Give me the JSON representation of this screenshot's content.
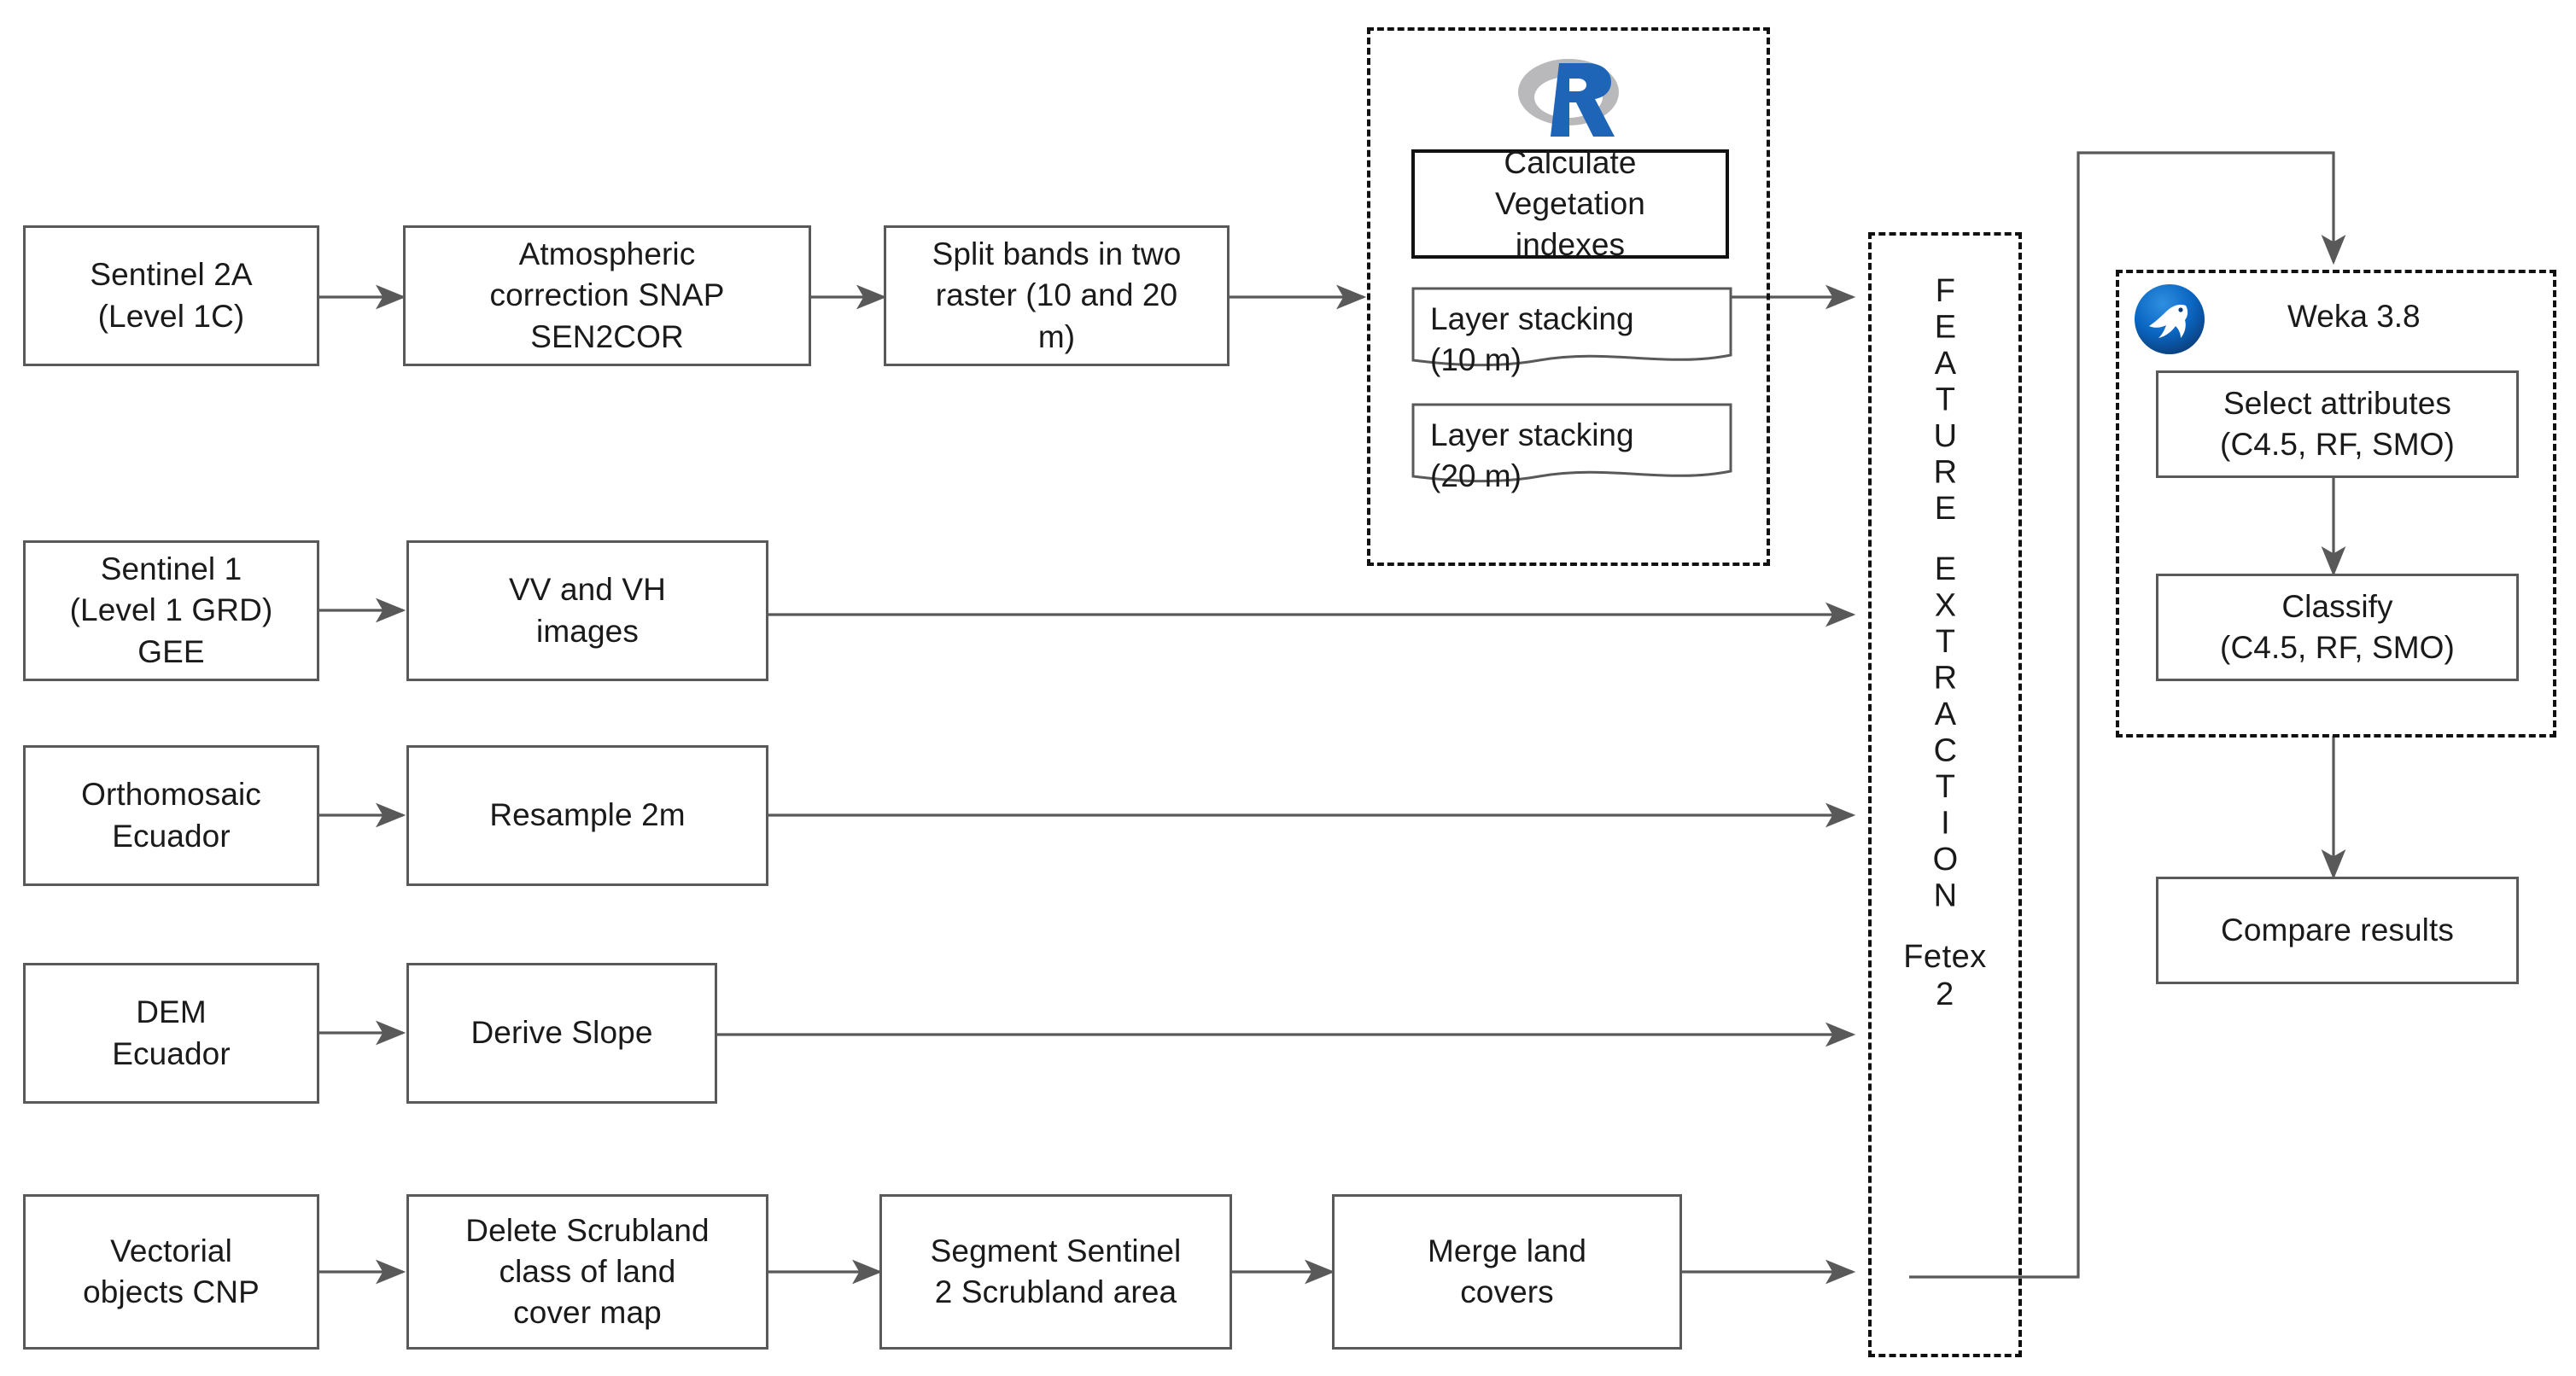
{
  "diagram": {
    "title": "Remote sensing scrubland classification workflow",
    "colors": {
      "box_stroke": "#595959",
      "box_stroke_strong": "#111111",
      "group_stroke": "#111111",
      "arrow": "#595959",
      "text": "#1a1a1a",
      "r_logo_blue": "#1f65b7",
      "r_logo_grey": "#9a9a9a",
      "weka_blue": "#0a66c2",
      "weka_bird": "#ffffff",
      "background": "#ffffff"
    }
  },
  "nodes": {
    "sentinel2a": "Sentinel 2A\n(Level 1C)",
    "atmospheric": "Atmospheric\ncorrection SNAP\nSEN2COR",
    "split_bands": "Split bands in two\nraster (10 and 20\nm)",
    "calc_veg": "Calculate\nVegetation\nindexes",
    "layer_stack_10": "Layer stacking\n(10 m)",
    "layer_stack_20": "Layer stacking\n(20 m)",
    "sentinel1": "Sentinel 1\n(Level 1 GRD)\nGEE",
    "vv_vh": "VV and VH\nimages",
    "orthomosaic": "Orthomosaic\nEcuador",
    "resample": "Resample 2m",
    "dem": "DEM\nEcuador",
    "derive_slope": "Derive Slope",
    "vectorial": "Vectorial\nobjects CNP",
    "delete_scrubland": "Delete Scrubland\nclass of land\ncover map",
    "segment": "Segment Sentinel\n2 Scrubland area",
    "merge": "Merge land\ncovers",
    "select_attributes": "Select attributes\n(C4.5, RF, SMO)",
    "classify": "Classify\n(C4.5, RF, SMO)",
    "compare": "Compare results"
  },
  "feature_extraction": {
    "line1": "FEATURE",
    "line2": "EXTRACTION",
    "tool_name": "Fetex",
    "tool_version": "2"
  },
  "groups": {
    "r_group_label": "R",
    "weka_label": "Weka 3.8"
  },
  "icons": {
    "r_logo": "r-logo-icon",
    "weka_logo": "weka-bird-icon",
    "arrowhead": "arrow-head-icon"
  }
}
